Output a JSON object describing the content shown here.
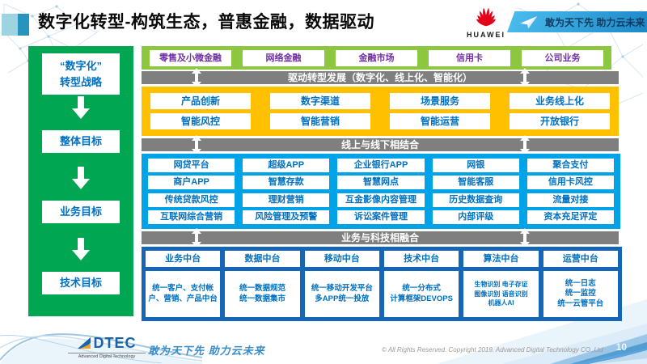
{
  "header": {
    "title": "数字化转型-构筑生态，普惠金融，数据驱动",
    "huawei_wordmark": "HUAWEI",
    "banner_slogan": "敢为天下先 助力云未来"
  },
  "sidebar": {
    "strategy": "“数字化”\n转型战略",
    "goal_overall": "整体目标",
    "goal_business": "业务目标",
    "goal_tech": "技术目标"
  },
  "flow": {
    "business_lines": [
      "零售及小微金融",
      "网络金融",
      "金融市场",
      "信用卡",
      "公司业务"
    ],
    "banner_drive": "驱动转型发展（数字化、线上化、智能化）",
    "yellow_row1": [
      "产品创新",
      "数字渠道",
      "场景服务",
      "业务线上化"
    ],
    "yellow_row2": [
      "智能风控",
      "智能营销",
      "智能运营",
      "开放银行"
    ],
    "banner_online_offline": "线上与线下相结合",
    "blue_row1": [
      "网贷平台",
      "超级APP",
      "企业银行APP",
      "网银",
      "聚合支付"
    ],
    "blue_row2": [
      "商户APP",
      "智慧存款",
      "智慧网点",
      "智能客服",
      "信用卡风控"
    ],
    "blue_row3": [
      "传统贷款风控",
      "理财营销",
      "互金影像内容管理",
      "历史数据查询",
      "流量对接"
    ],
    "blue_row4": [
      "互联网综合营销",
      "风险管理及预警",
      "诉讼案件管理",
      "内部评级",
      "资本充足评定"
    ],
    "banner_tech_fusion": "业务与科技相融合",
    "platform_titles": [
      "业务中台",
      "数据中台",
      "移动中台",
      "技术中台",
      "算法中台",
      "运营中台"
    ],
    "platform_details": [
      "统一客户、支付帐户、营销、产品中台",
      "统一数据规范\n统一数据集市",
      "统一移动开发平台\n多APP统一投放",
      "统一分布式\n计算框架DEVOPS",
      "生物识别 电子存证\n图像识别 语音识别\n机器人AI",
      "统一日志\n统一监控\n统一云管平台"
    ]
  },
  "footer": {
    "logo": "DTEC",
    "logo_sub": "Advanced Digital Technology",
    "slogan": "敢为天下先   助力云未来",
    "copyright": "© All Rights Reserved. Copyright 2019. Advanced Digital Technology CO.,Ltd",
    "page": "10"
  },
  "icons": {
    "huawei_logo": "red petal fan logo",
    "paper_plane": "white paper plane",
    "dtec_logo": "blue and orange arrow mark",
    "down_arrow": "white block arrow down",
    "updown_arrow": "white double-headed vertical arrow"
  },
  "colors": {
    "sidebar_green": "#00A651",
    "business_line_green": "#8DC63F",
    "banner_gray": "#7F7F7F",
    "capability_yellow": "#FFC000",
    "channel_blue": "#00A2E8",
    "platform_navy": "#1565B8",
    "cell_text_blue": "#0070C0",
    "business_text_purple": "#7030A0",
    "huawei_red": "#E2001A"
  }
}
